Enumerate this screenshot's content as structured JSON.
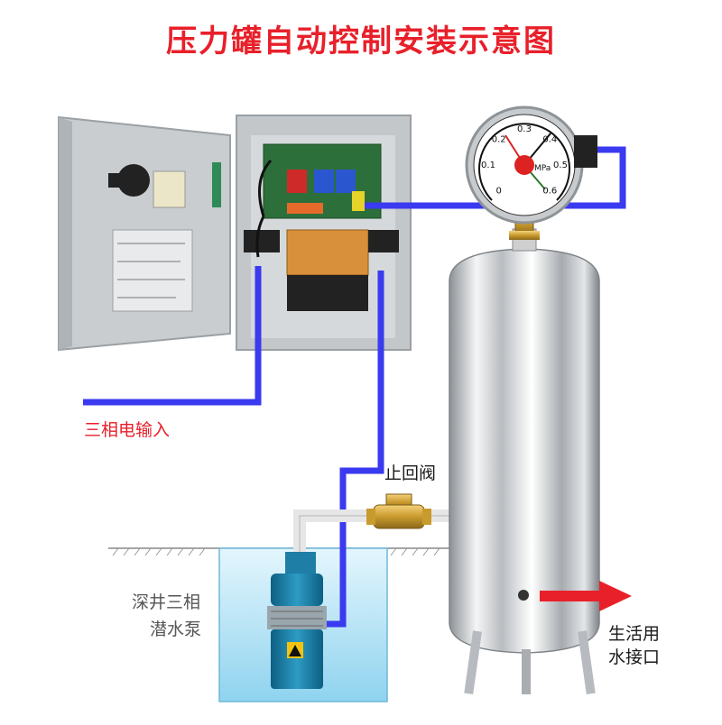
{
  "title": "压力罐自动控制安装示意图",
  "labels": {
    "power_input": "三相电输入",
    "check_valve": "止回阀",
    "pump_line1": "深井三相",
    "pump_line2": "潜水泵",
    "outlet_line1": "生活用",
    "outlet_line2": "水接口"
  },
  "gauge": {
    "scale": [
      "0",
      "0.1",
      "0.2",
      "0.3",
      "0.4",
      "0.5",
      "0.6"
    ],
    "unit": "MPa"
  },
  "colors": {
    "title": "#e8202a",
    "wire": "#3a3af0",
    "arrow": "#e8202a",
    "water": "#bfe8f8",
    "cabinet": "#c9cdd0",
    "tank": "#d9dcdf"
  }
}
